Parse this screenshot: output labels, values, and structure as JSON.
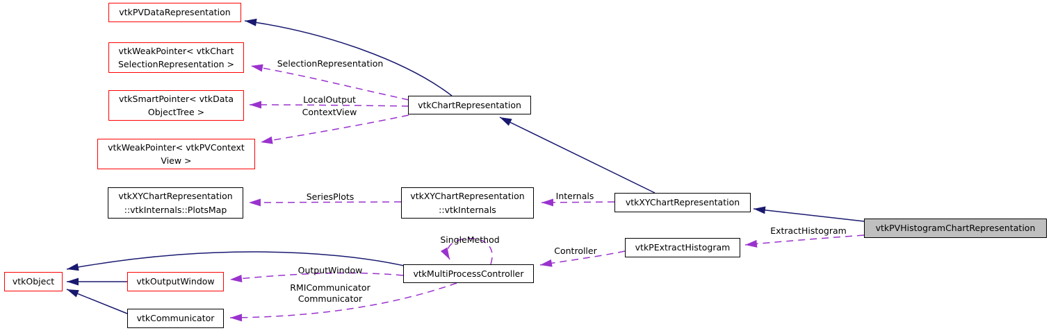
{
  "colors": {
    "inheritance_edge": "#191970",
    "usage_edge": "#9a32cd",
    "node_border": "#000000",
    "node_border_truncated": "#ff0000",
    "current_node_fill": "#bfbfbf",
    "background": "#ffffff"
  },
  "nodes": {
    "pv_data_representation": {
      "label": "vtkPVDataRepresentation",
      "border": "red"
    },
    "weak_chart_selection": {
      "label": "vtkWeakPointer< vtkChart\nSelectionRepresentation >",
      "border": "red"
    },
    "smart_data_object_tree": {
      "label": "vtkSmartPointer< vtkData\nObjectTree >",
      "border": "red"
    },
    "weak_pv_context_view": {
      "label": "vtkWeakPointer< vtkPVContext\nView >",
      "border": "red"
    },
    "plots_map": {
      "label": "vtkXYChartRepresentation\n::vtkInternals::PlotsMap",
      "border": "black"
    },
    "chart_representation": {
      "label": "vtkChartRepresentation",
      "border": "black"
    },
    "xy_internals": {
      "label": "vtkXYChartRepresentation\n::vtkInternals",
      "border": "black"
    },
    "xy_chart_representation": {
      "label": "vtkXYChartRepresentation",
      "border": "black"
    },
    "p_extract_histogram": {
      "label": "vtkPExtractHistogram",
      "border": "black"
    },
    "pv_histogram_chart_representation": {
      "label": "vtkPVHistogramChartRepresentation",
      "border": "black",
      "fill": "gray",
      "current": true
    },
    "multi_process_controller": {
      "label": "vtkMultiProcessController",
      "border": "black"
    },
    "vtk_object": {
      "label": "vtkObject",
      "border": "red"
    },
    "output_window": {
      "label": "vtkOutputWindow",
      "border": "red"
    },
    "communicator": {
      "label": "vtkCommunicator",
      "border": "black"
    }
  },
  "edges": {
    "inherit_chart_to_pvdata": {
      "from": "vtkChartRepresentation",
      "to": "vtkPVDataRepresentation",
      "type": "inheritance",
      "label": ""
    },
    "inherit_xychart_to_chart": {
      "from": "vtkXYChartRepresentation",
      "to": "vtkChartRepresentation",
      "type": "inheritance",
      "label": ""
    },
    "inherit_pvhist_to_xychart": {
      "from": "vtkPVHistogramChartRepresentation",
      "to": "vtkXYChartRepresentation",
      "type": "inheritance",
      "label": ""
    },
    "inherit_outputwindow_to_object": {
      "from": "vtkOutputWindow",
      "to": "vtkObject",
      "type": "inheritance",
      "label": ""
    },
    "inherit_communicator_to_object": {
      "from": "vtkCommunicator",
      "to": "vtkObject",
      "type": "inheritance",
      "label": ""
    },
    "inherit_mpc_to_object": {
      "from": "vtkMultiProcessController",
      "to": "vtkObject",
      "type": "inheritance",
      "label": ""
    },
    "selection_representation": {
      "from": "vtkChartRepresentation",
      "to": "vtkWeakPointer< vtkChartSelectionRepresentation >",
      "type": "usage",
      "label": "SelectionRepresentation"
    },
    "local_output": {
      "from": "vtkChartRepresentation",
      "to": "vtkSmartPointer< vtkDataObjectTree >",
      "type": "usage",
      "label": "LocalOutput"
    },
    "context_view": {
      "from": "vtkChartRepresentation",
      "to": "vtkWeakPointer< vtkPVContextView >",
      "type": "usage",
      "label": "ContextView"
    },
    "series_plots": {
      "from": "vtkXYChartRepresentation::vtkInternals",
      "to": "vtkXYChartRepresentation::vtkInternals::PlotsMap",
      "type": "usage",
      "label": "SeriesPlots"
    },
    "internals": {
      "from": "vtkXYChartRepresentation",
      "to": "vtkXYChartRepresentation::vtkInternals",
      "type": "usage",
      "label": "Internals"
    },
    "extract_histogram": {
      "from": "vtkPVHistogramChartRepresentation",
      "to": "vtkPExtractHistogram",
      "type": "usage",
      "label": "ExtractHistogram"
    },
    "controller": {
      "from": "vtkPExtractHistogram",
      "to": "vtkMultiProcessController",
      "type": "usage",
      "label": "Controller"
    },
    "single_method": {
      "from": "vtkMultiProcessController",
      "to": "vtkMultiProcessController",
      "type": "usage",
      "label": "SingleMethod"
    },
    "output_window_edge": {
      "from": "vtkMultiProcessController",
      "to": "vtkOutputWindow",
      "type": "usage",
      "label": "OutputWindow"
    },
    "rmi_communicator": {
      "from": "vtkMultiProcessController",
      "to": "vtkCommunicator",
      "type": "usage",
      "label": "RMICommunicator\nCommunicator"
    }
  }
}
